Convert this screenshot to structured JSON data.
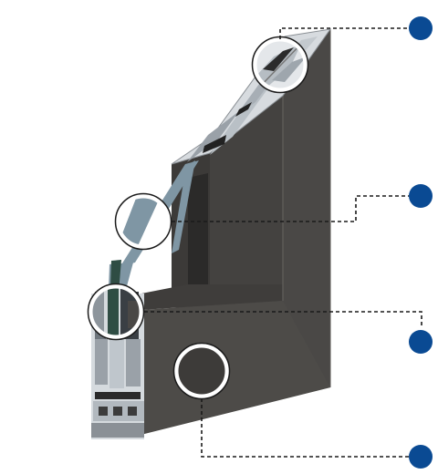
{
  "colors": {
    "background": "#ffffff",
    "frame_face": "#4a4846",
    "frame_side": "#3a3836",
    "frame_edge": "#5c5a57",
    "glass": "#7f96a4",
    "gasket": "#2f4d44",
    "aluminium": "#c8cdd2",
    "callout_dot": "#0a4a93",
    "leader_line": "#1a1a1a",
    "lens_ring": "#ffffff"
  },
  "callouts": [
    {
      "id": "glazing-bead",
      "icon": "blue-dot"
    },
    {
      "id": "glass-pane",
      "icon": "blue-dot"
    },
    {
      "id": "gasket-section",
      "icon": "blue-dot"
    },
    {
      "id": "frame-finish",
      "icon": "blue-dot"
    }
  ]
}
